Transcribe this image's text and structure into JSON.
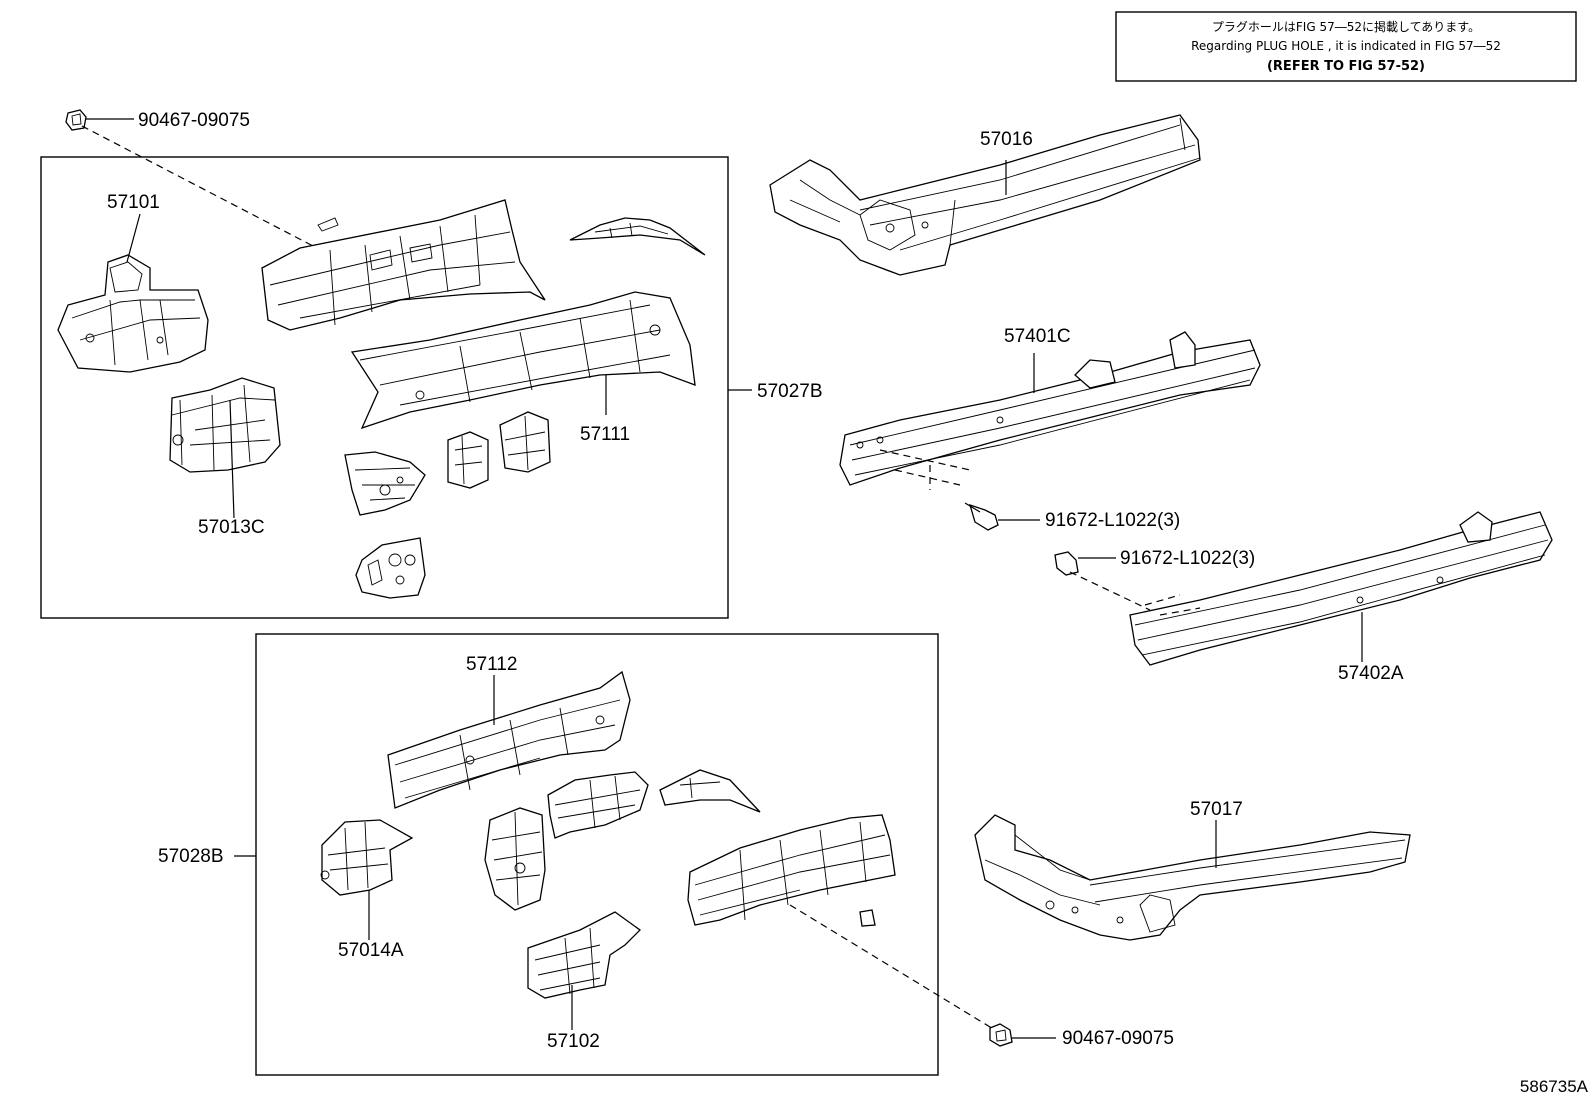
{
  "note": {
    "line1": "プラグホールはFIG 57―52に掲載してあります。",
    "line2": "Regarding PLUG HOLE , it is indicated in FIG 57―52",
    "line3": "(REFER TO FIG 57-52)"
  },
  "labels": {
    "clip_top": "90467-09075",
    "clip_bottom": "90467-09075",
    "p57101": "57101",
    "p57013C": "57013C",
    "p57111": "57111",
    "p57027B": "57027B",
    "p57016": "57016",
    "p57401C": "57401C",
    "bolt_1": "91672-L1022(3)",
    "bolt_2": "91672-L1022(3)",
    "p57402A": "57402A",
    "p57112": "57112",
    "p57028B": "57028B",
    "p57014A": "57014A",
    "p57102": "57102",
    "p57017": "57017",
    "figure_id": "586735A"
  }
}
